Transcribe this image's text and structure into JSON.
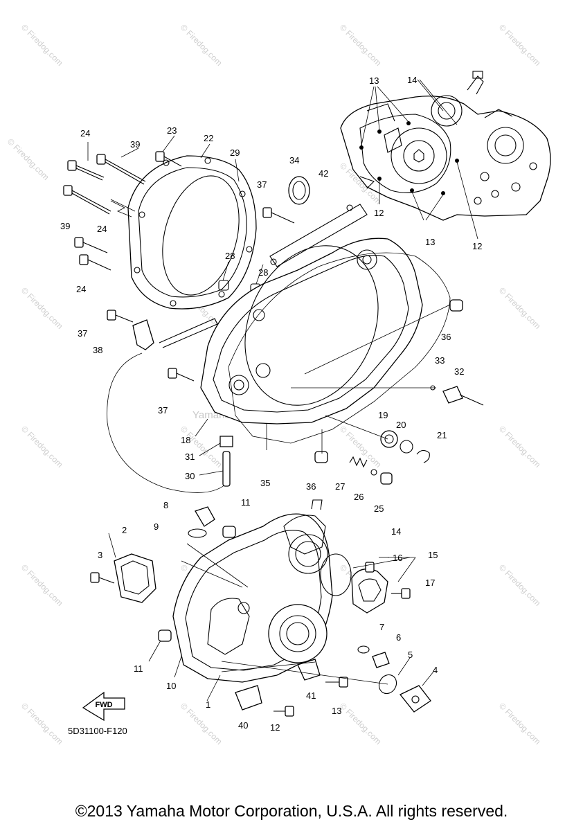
{
  "diagram": {
    "diagram_code": "5D31100-F120",
    "fwd_label": "FWD",
    "center_watermark": "Yamaha Motor Corp. U.S.A.",
    "side_watermark": "© Firedog.com",
    "copyright": "©2013 Yamaha Motor Corporation, U.S.A. All rights reserved.",
    "callouts": [
      "1",
      "2",
      "3",
      "4",
      "5",
      "6",
      "7",
      "8",
      "9",
      "10",
      "11",
      "11",
      "12",
      "12",
      "12",
      "13",
      "13",
      "13",
      "14",
      "14",
      "15",
      "16",
      "17",
      "18",
      "19",
      "20",
      "21",
      "22",
      "23",
      "24",
      "24",
      "24",
      "25",
      "26",
      "27",
      "28",
      "28",
      "29",
      "30",
      "31",
      "32",
      "33",
      "34",
      "35",
      "36",
      "36",
      "37",
      "37",
      "37",
      "38",
      "39",
      "39",
      "40",
      "41",
      "42"
    ]
  }
}
